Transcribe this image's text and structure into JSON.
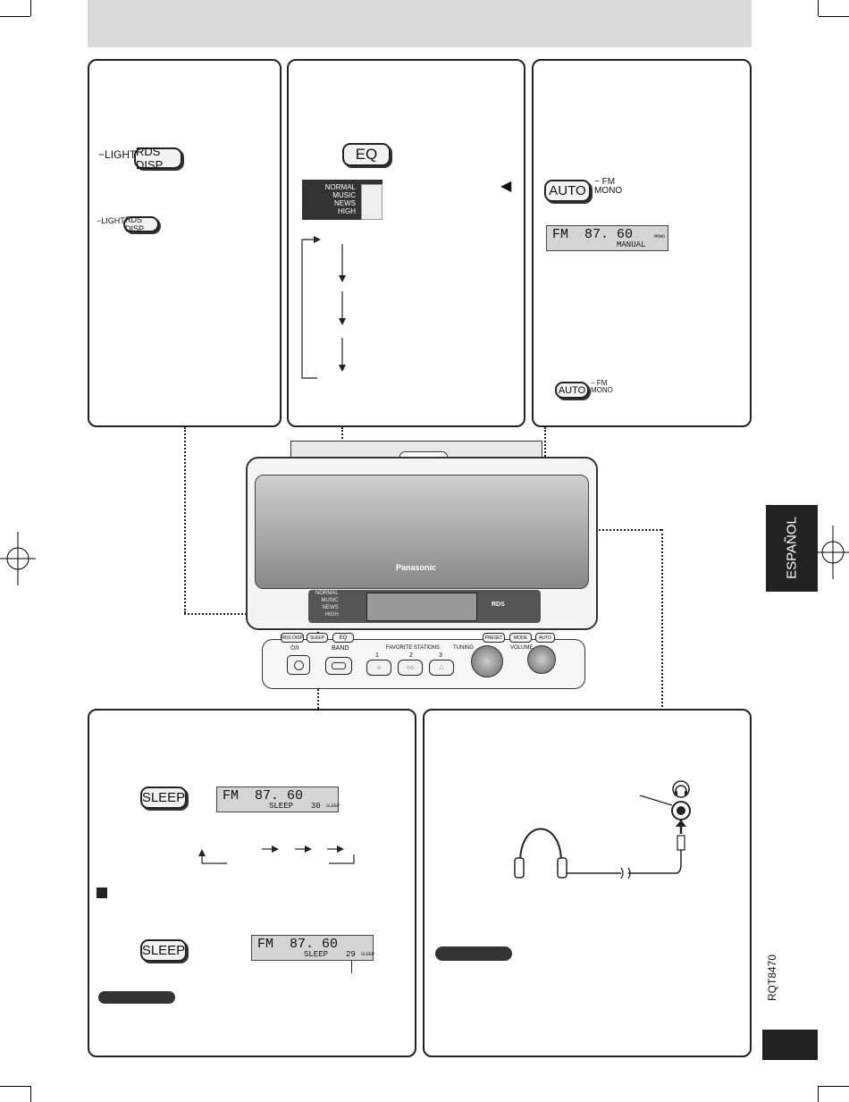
{
  "header": {
    "bg": "#d9d9d9"
  },
  "side_tab": {
    "label": "ESPAÑOL",
    "bg": "#222222"
  },
  "doc_code": "RQT8470",
  "panel_rds": {
    "light_label": "LIGHT",
    "button": "RDS DISP"
  },
  "panel_eq": {
    "button": "EQ",
    "modes": [
      "NORMAL",
      "MUSIC",
      "NEWS",
      "HIGH"
    ],
    "pointer": "◀"
  },
  "panel_auto": {
    "button": "AUTO",
    "fm": "FM",
    "mono": "MONO",
    "lcd": {
      "band": "FM",
      "freq": "87. 60",
      "mode": "MANUAL",
      "indicator": "MONO"
    }
  },
  "device": {
    "brand": "Panasonic",
    "logo": "RDS",
    "display_modes": [
      "NORMAL",
      "MUSIC",
      "NEWS",
      "HIGH"
    ],
    "top_buttons": [
      "RDS DISP",
      "SLEEP",
      "EQ",
      "PRESET",
      "MODE",
      "AUTO"
    ],
    "power": "⏻/I",
    "band": "BAND",
    "favorite": "FAVORITE STATIONS",
    "fav_nums": [
      "1",
      "2",
      "3"
    ],
    "tuning": "TUNING",
    "volume": "VOLUME"
  },
  "panel_sleep": {
    "button": "SLEEP",
    "lcd1": {
      "band": "FM",
      "freq": "87. 60",
      "label": "SLEEP",
      "minutes": "30",
      "indicator": "SLEEP"
    },
    "lcd2": {
      "band": "FM",
      "freq": "87. 60",
      "label": "SLEEP",
      "minutes": "29",
      "indicator": "SLEEP"
    }
  }
}
